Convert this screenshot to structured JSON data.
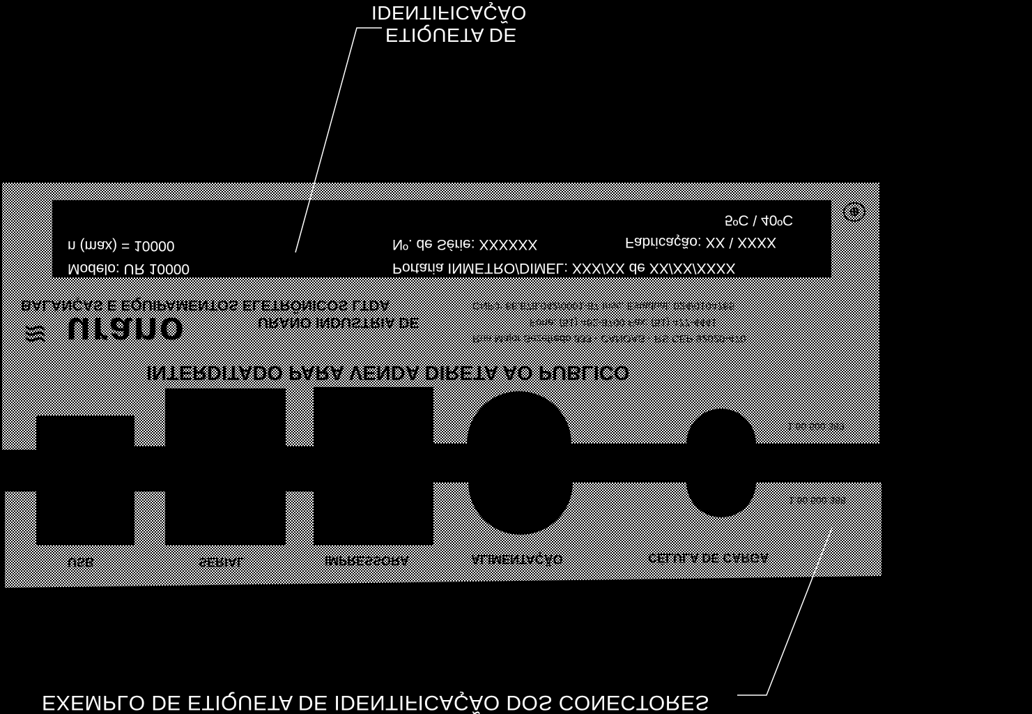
{
  "callouts": {
    "id_label_line1": "ETIQUETA DE",
    "id_label_line2": "IDENTIFICAÇÃO",
    "connector_label": "EXEMPLO DE ETIQUETA DE IDENTIFICAÇÃO DOS CONECTORES"
  },
  "id_label": {
    "temp": "5ºC \\ 40ºC",
    "n_max": "n (max) = 10000",
    "serie": "Nº. de Série: XXXXXX",
    "fabricacao": "Fabricação: XX \\ XXXX",
    "modelo": "Modelo: UR 10000",
    "portaria": "Portaria INMETRO/DIMEL: XXX/XX de XX/XX/XXXX",
    "company_line1": "BALANÇAS E EQUIPAMENTOS ELETRÔNICOS LTDA",
    "company_line2": "URANO INDUSTRIA DE",
    "brand": "urano",
    "cnpj": "CNPJ: 88.878.042/0001-87    Insc. Estadual: 024/0104785",
    "fone": "Fone: (51) 462-8700    Fax: (51) 477-4441",
    "endereco": "Rua Major Sezefredo 833 - CANOAS - RS  CEP 92020-470",
    "warning": "INTERDITADO PARA VENDA DIRETA AO PUBLICO",
    "part_no_top": "1.60.500.389"
  },
  "connector_label": {
    "part_no": "1.60.500.388",
    "ports": [
      "USB",
      "SERIAL",
      "IMPRESSORA",
      "ALIMENTAÇÃO",
      "CÉLULA DE CARGA"
    ]
  }
}
